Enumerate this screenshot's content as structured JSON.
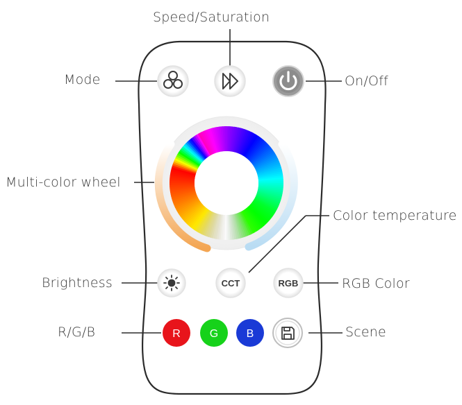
{
  "labels": {
    "speed_saturation": "Speed/Saturation",
    "mode": "Mode",
    "on_off": "On/Off",
    "multi_color_wheel": "Multi-color wheel",
    "color_temperature": "Color temperature",
    "brightness": "Brightness",
    "rgb_color": "RGB Color",
    "rgb": "R/G/B",
    "scene": "Scene"
  },
  "buttons": {
    "cct": "CCT",
    "rgb": "RGB",
    "r": "R",
    "g": "G",
    "b": "B"
  },
  "colors": {
    "outline": "#2b2b2b",
    "button_ring": "#e6e6e6",
    "red": "#e8141b",
    "green": "#16d21a",
    "blue": "#1a3ad6",
    "power_gray": "#9a9a9a"
  },
  "icons": [
    "mode-icon",
    "fast-forward-icon",
    "power-icon",
    "sun-icon",
    "save-icon"
  ]
}
